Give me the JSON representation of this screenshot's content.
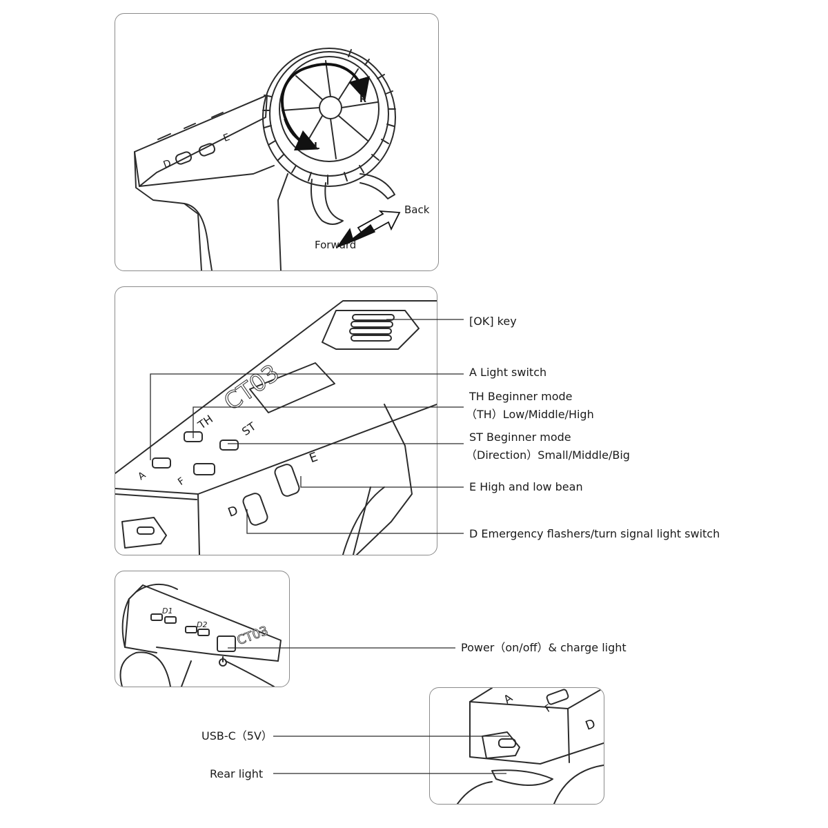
{
  "panel1": {
    "dial_left": "L",
    "dial_right": "R",
    "back": "Back",
    "forward": "Forward",
    "body_text_d": "D",
    "body_text_e": "E"
  },
  "panel2": {
    "labels": {
      "ok_key": "[OK] key",
      "a_light": "A Light switch",
      "th_title": "TH Beginner mode",
      "th_sub": "（TH）Low/Middle/High",
      "st_title": "ST Beginner mode",
      "st_sub": "（Direction）Small/Middle/Big",
      "e_beam": "E High and low bean",
      "d_flash": "D Emergency flashers/turn signal light switch"
    },
    "body_text": {
      "ct": "CT03",
      "th": "TH",
      "st": "ST",
      "d": "D",
      "e": "E",
      "a": "A",
      "f": "F"
    }
  },
  "panel3": {
    "power": "Power（on/off）& charge light",
    "d1": "D1",
    "d2": "D2",
    "ct": "CT03"
  },
  "panel4": {
    "usb": "USB-C（5V）",
    "rear": "Rear light",
    "a": "A",
    "f": "F",
    "d": "D"
  }
}
